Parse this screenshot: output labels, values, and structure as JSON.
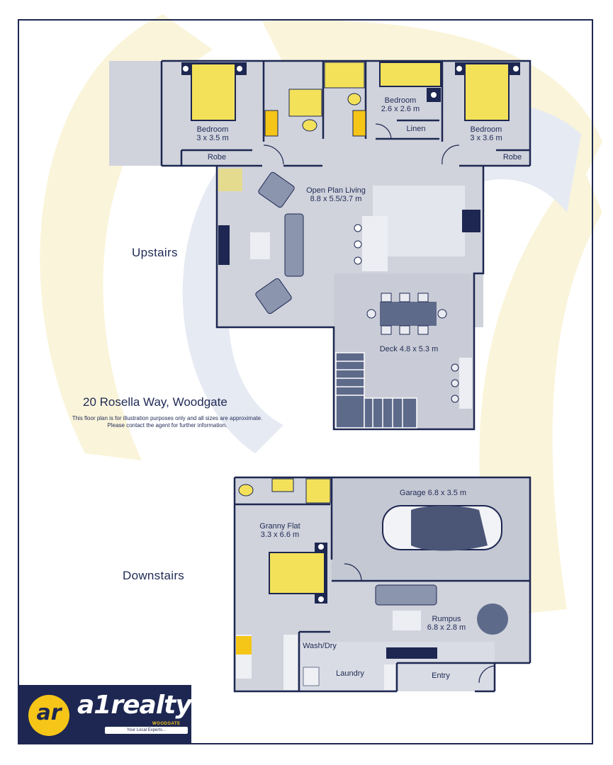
{
  "address": "20 Rosella Way, Woodgate",
  "disclaimer": {
    "line1": "This floor plan is for illustration purposes only and all sizes are approximate.",
    "line2": "Please contact the agent for further information."
  },
  "sections": {
    "upstairs": "Upstairs",
    "downstairs": "Downstairs"
  },
  "rooms": {
    "bedroom1": {
      "name": "Bedroom",
      "size": "3 x 3.5 m"
    },
    "bedroom2": {
      "name": "Bedroom",
      "size": "2.6 x 2.6 m"
    },
    "bedroom3": {
      "name": "Bedroom",
      "size": "3 x 3.6 m"
    },
    "robe1": "Robe",
    "robe2": "Robe",
    "linen": "Linen",
    "living": {
      "name": "Open Plan Living",
      "size": "8.8 x 5.5/3.7 m"
    },
    "deck": "Deck 4.8 x 5.3 m",
    "garage": "Garage 6.8 x 3.5 m",
    "granny": {
      "name": "Granny Flat",
      "size": "3.3 x 6.6 m"
    },
    "rumpus": {
      "name": "Rumpus",
      "size": "6.8 x 2.8 m"
    },
    "washdry": "Wash/Dry",
    "laundry": "Laundry",
    "entry": "Entry"
  },
  "logo": {
    "mark": "ar",
    "brand": "a1realty",
    "location": "WOODGATE",
    "tagline": "Your Local Experts..."
  },
  "colors": {
    "wall": "#1d2751",
    "floor": "#d0d3dc",
    "floor_dark": "#c4c8d3",
    "bed": "#f3e15a",
    "fixture": "#f5c518",
    "furniture": "#8c95ae",
    "watermark": "#f8f1cf"
  }
}
